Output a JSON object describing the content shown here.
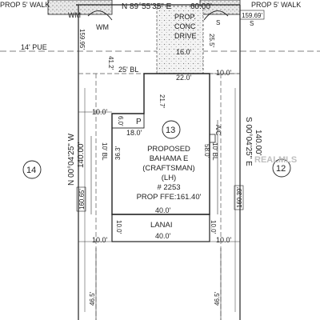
{
  "street": {
    "sidewalk_left": "PROP 5' WALK",
    "sidewalk_right": "PROP 5' WALK",
    "bearing_top": "N 89°55'35\" E",
    "distance_top": "60.00'",
    "wm_left": "WM",
    "wm_left2": "WM",
    "dim_left_small": "159.95'",
    "dim_right_small": "159.69'",
    "s_right_1": "S",
    "s_right_2": "S"
  },
  "driveway": {
    "line1": "PROP.",
    "line2": "CONC",
    "line3": "DRIVE",
    "width": "16.0'",
    "depth": "25.5'"
  },
  "easement": {
    "pue": "14' PUE"
  },
  "setbacks": {
    "front_bl": "25' BL",
    "front_depth": "41.2'",
    "side_left_bl": "10' BL",
    "side_right_bl": "10' BL",
    "left_offset_top": "10.0'",
    "right_offset_top": "10.0'",
    "left_offset_bottom": "10.0'",
    "right_offset_bottom": "10.0'"
  },
  "house": {
    "lot_number": "13",
    "label_lines": [
      "PROPOSED",
      "BAHAMA E",
      "(CRAFTSMAN)",
      "(LH)",
      "# 2253",
      "PROP FFE:161.40'"
    ],
    "porch_label": "P",
    "ac_label": "A/C",
    "dim_top": "22.0'",
    "dim_notch": "21.7'",
    "dim_porch_height": "6.0'",
    "dim_porch_width": "18.0'",
    "dim_left_side": "36.3'",
    "dim_right_side": "58.0'",
    "dim_bottom": "40.0'"
  },
  "lanai": {
    "label": "LANAI",
    "dim_width": "40.0'",
    "dim_left": "10.0'",
    "dim_right": "10.0'"
  },
  "lot": {
    "left_lot": "14",
    "right_lot": "12",
    "left_bearing": "N 00°04'25\" W",
    "left_length": "140.00'",
    "right_bearing": "S 00°04'25\" E",
    "right_length": "140.00'",
    "left_elev": "160.65'",
    "right_elev": "160.39'",
    "rear_left": "46.5'",
    "rear_right": "46.5'"
  },
  "watermark": "REALMLS"
}
